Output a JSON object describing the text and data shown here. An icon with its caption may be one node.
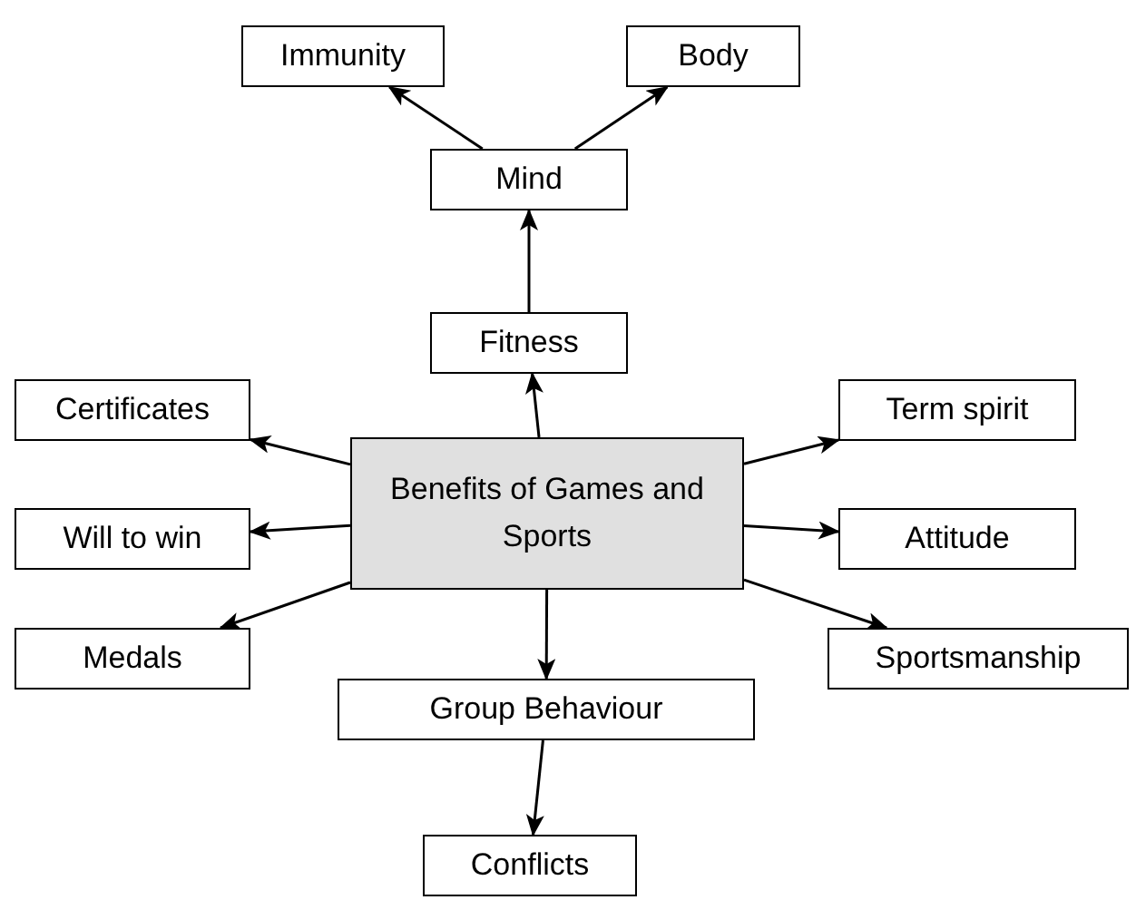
{
  "diagram": {
    "nodes": [
      {
        "text": [
          "Immunity"
        ]
      },
      {
        "text": [
          "Body"
        ]
      },
      {
        "text": [
          "Mind"
        ]
      },
      {
        "text": [
          "Fitness"
        ]
      },
      {
        "text": [
          "Certificates"
        ]
      },
      {
        "text": [
          "Term spirit"
        ]
      },
      {
        "text": [
          "Benefits of Games and Sports"
        ]
      },
      {
        "text": [
          "Will to win"
        ]
      },
      {
        "text": [
          "Attitude"
        ]
      },
      {
        "text": [
          "Medals"
        ]
      },
      {
        "text": [
          "Sportsmanship"
        ]
      },
      {
        "text": [
          "Group Behaviour"
        ]
      },
      {
        "text": [
          "Conflicts"
        ]
      }
    ],
    "edges": [
      {
        "from": 6,
        "to": 3,
        "arrow": "to"
      },
      {
        "from": 3,
        "to": 2,
        "arrow": "to"
      },
      {
        "from": 2,
        "to": 0,
        "arrow": "to"
      },
      {
        "from": 2,
        "to": 1,
        "arrow": "to"
      },
      {
        "from": 6,
        "to": 4,
        "arrow": "to"
      },
      {
        "from": 6,
        "to": 5,
        "arrow": "to"
      },
      {
        "from": 6,
        "to": 7,
        "arrow": "to"
      },
      {
        "from": 6,
        "to": 8,
        "arrow": "to"
      },
      {
        "from": 6,
        "to": 9,
        "arrow": "to"
      },
      {
        "from": 6,
        "to": 10,
        "arrow": "to"
      },
      {
        "from": 6,
        "to": 11,
        "arrow": "to"
      },
      {
        "from": 11,
        "to": 12,
        "arrow": "to"
      }
    ]
  }
}
